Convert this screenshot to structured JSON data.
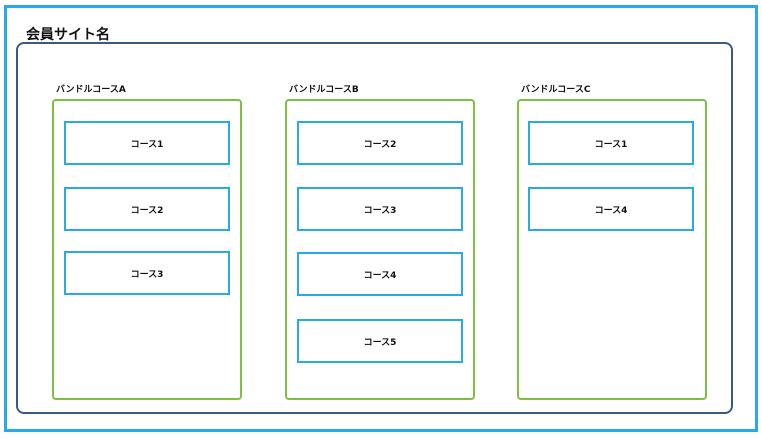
{
  "colors": {
    "outer_border": "#29a9e6",
    "site_border": "#3c5886",
    "bundle_border": "#7dc142",
    "course_border": "#29a9e6"
  },
  "site": {
    "title": "会員サイト名"
  },
  "bundles": [
    {
      "label": "バンドルコースA",
      "courses": [
        "コース1",
        "コース2",
        "コース3"
      ]
    },
    {
      "label": "バンドルコースB",
      "courses": [
        "コース2",
        "コース3",
        "コース4",
        "コース5"
      ]
    },
    {
      "label": "バンドルコースC",
      "courses": [
        "コース1",
        "コース4"
      ]
    }
  ]
}
